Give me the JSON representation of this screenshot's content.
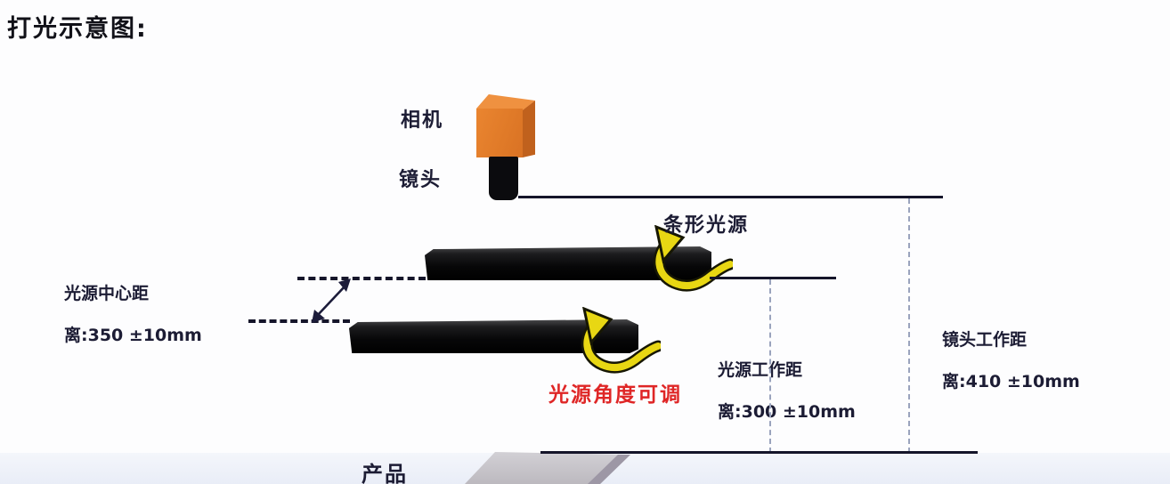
{
  "title": "打光示意图:",
  "labels": {
    "camera": "相机",
    "lens": "镜头",
    "bar_light": "条形光源",
    "product": "产品",
    "angle_note": "光源角度可调"
  },
  "dimensions": {
    "light_center_distance": {
      "line1": "光源中心距",
      "line2": "离:350 ±10mm"
    },
    "light_working_distance": {
      "line1": "光源工作距",
      "line2": "离:300 ±10mm"
    },
    "lens_working_distance": {
      "line1": "镜头工作距",
      "line2": "离:410 ±10mm"
    }
  },
  "icons": {
    "rotation_arrow": "curved-yellow-rotation-arrow",
    "double_arrow": "double-headed-measure-arrow"
  },
  "colors": {
    "camera_orange": "#e07a28",
    "camera_orange_top": "#ef9140",
    "camera_orange_side": "#c0611d",
    "arrow_yellow": "#e8d713",
    "note_red": "#df2626",
    "line_dark": "#15152a",
    "dashed_guide_blue": "#9aa3bd",
    "product_gray": "#c8c6cb",
    "product_edge_gray": "#9d97a5",
    "bar_black": "#0a0a0c"
  }
}
